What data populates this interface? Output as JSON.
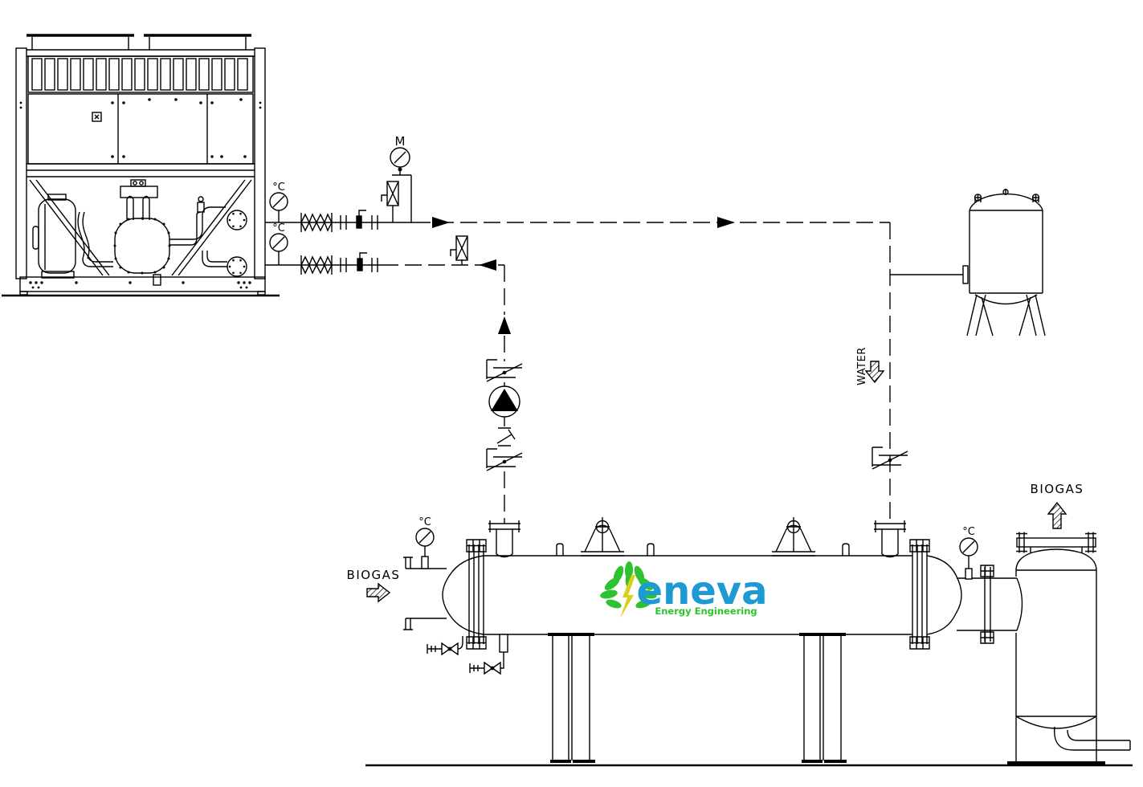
{
  "instruments": {
    "motorized_valve_label": "M",
    "temperature_gauges": [
      {
        "location": "chiller-supply",
        "label": "°C"
      },
      {
        "location": "chiller-return",
        "label": "°C"
      },
      {
        "location": "hx-biogas-inlet",
        "label": "°C"
      },
      {
        "location": "hx-biogas-outlet",
        "label": "°C"
      }
    ]
  },
  "streams": {
    "water_label": "WATER",
    "biogas_inlet_label": "BIOGAS",
    "biogas_outlet_label": "BIOGAS"
  },
  "logo": {
    "wordmark": "eneva",
    "tagline": "Energy Engineering",
    "colors": {
      "wordmark_blue": "#1d9ad2",
      "leaf_green": "#2fc230",
      "tagline_green": "#2cc32c",
      "bolt_yellow": "#d9d018"
    }
  },
  "line_color": "#000000",
  "background": "#ffffff"
}
